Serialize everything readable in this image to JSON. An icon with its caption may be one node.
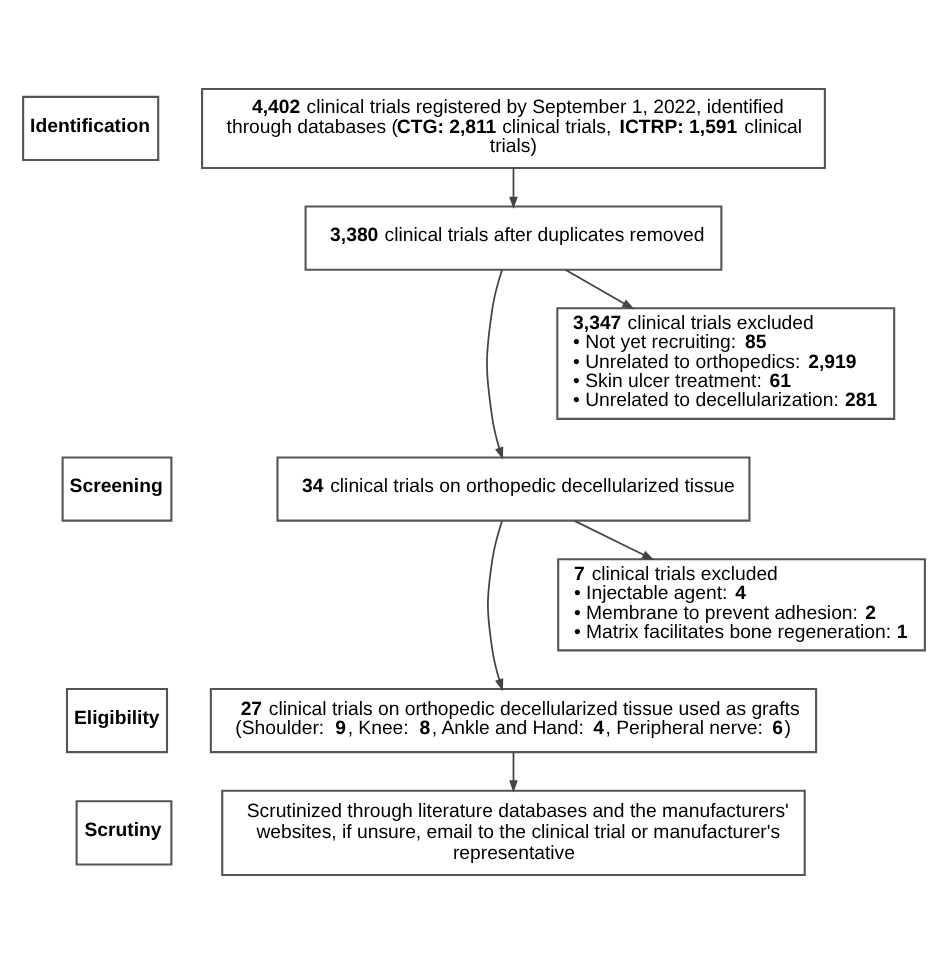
{
  "diagram": {
    "nodes": [
      {
        "text": [
          "Identification"
        ]
      },
      {
        "text": [
          "**4,402** clinical trials registered by September 1, 2022, identified through databases (**CTG: 2,811** clinical trials, **ICTRP: 1,591** clinical trials)"
        ]
      },
      {
        "text": [
          "**3,380** clinical trials after duplicates removed"
        ]
      },
      {
        "text": [
          "Screening"
        ]
      },
      {
        "text": [
          "**3,347** clinical trials excluded",
          "• Not yet recruiting: **85**",
          "• Unrelated to orthopedics: **2,919**",
          "• Skin ulcer treatment: **61**",
          "• Unrelated to decellularization: **281**"
        ]
      },
      {
        "text": [
          "**34** clinical trials on orthopedic decellularized tissue"
        ]
      },
      {
        "text": [
          "**7** clinical trials excluded",
          "• Injectable agent: **4**",
          "• Membrane to prevent adhesion: **2**",
          "• Matrix facilitates bone regeneration: **1**"
        ]
      },
      {
        "text": [
          "Eligibility"
        ]
      },
      {
        "text": [
          "**27** clinical trials on orthopedic decellularized tissue used as grafts (Shoulder: **9**, Knee: **8**, Ankle and Hand: **4**, Peripheral nerve: **6**)"
        ]
      },
      {
        "text": [
          "Scrutiny"
        ]
      },
      {
        "text": [
          "Scrutinized through literature databases and the manufacturers' websites, if unsure, email to the clinical trial or manufacturer's representative"
        ]
      }
    ],
    "edges": [
      {
        "from": 1,
        "to": 2,
        "arrow": "to"
      },
      {
        "from": 2,
        "to": 4,
        "arrow": "to"
      },
      {
        "from": 2,
        "to": 5,
        "arrow": "to"
      },
      {
        "from": 5,
        "to": 6,
        "arrow": "to"
      },
      {
        "from": 5,
        "to": 8,
        "arrow": "to"
      },
      {
        "from": 8,
        "to": 10,
        "arrow": "to"
      }
    ]
  }
}
